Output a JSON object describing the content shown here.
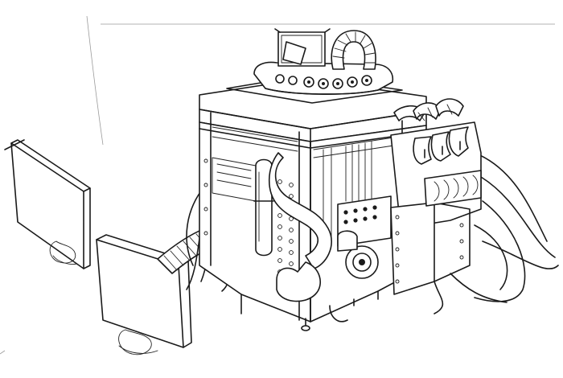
{
  "image": {
    "kind": "pencil line drawing",
    "palette": {
      "paper": "#ffffff",
      "ink": "#1a1a1a",
      "construction_lines": "#9a9a9a"
    },
    "subjects": [
      "machine",
      "cables",
      "hoses",
      "dials",
      "claws",
      "panels"
    ]
  }
}
